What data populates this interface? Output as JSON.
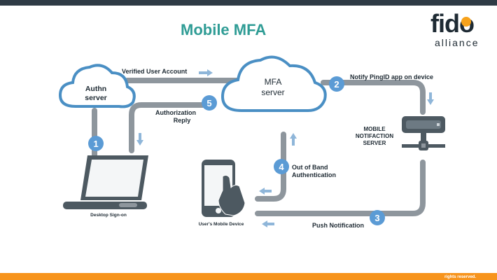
{
  "title": "Mobile MFA",
  "logo": {
    "word": "fido",
    "sub": "alliance"
  },
  "nodes": {
    "authn": "Authn server",
    "authn_line1": "Authn",
    "authn_line2": "server",
    "mfa_line1": "MFA",
    "mfa_line2": "server",
    "notif_line1": "MOBILE",
    "notif_line2": "NOTIFACTION",
    "notif_line3": "SERVER",
    "desktop": "Desktop Sign-on",
    "mobile": "User's Mobile Device"
  },
  "steps": [
    {
      "num": "1",
      "label": ""
    },
    {
      "num": "2",
      "label": "Notify PingID app on device"
    },
    {
      "num": "3",
      "label": "Push Notification"
    },
    {
      "num": "4",
      "label": "Out of Band Authentication"
    },
    {
      "num": "5",
      "label": "Authorization Reply"
    }
  ],
  "labels": {
    "verified": "Verified User Account",
    "auth_reply_1": "Authorization",
    "auth_reply_2": "Reply",
    "oob_1": "Out of Band",
    "oob_2": "Authentication"
  },
  "footer": {
    "rights": "rights reserved."
  },
  "colors": {
    "cloud_stroke": "#4a8fc4",
    "flow": "#8e969d",
    "badge": "#5b9bd5",
    "title": "#2f9c95",
    "device": "#4d5961"
  }
}
